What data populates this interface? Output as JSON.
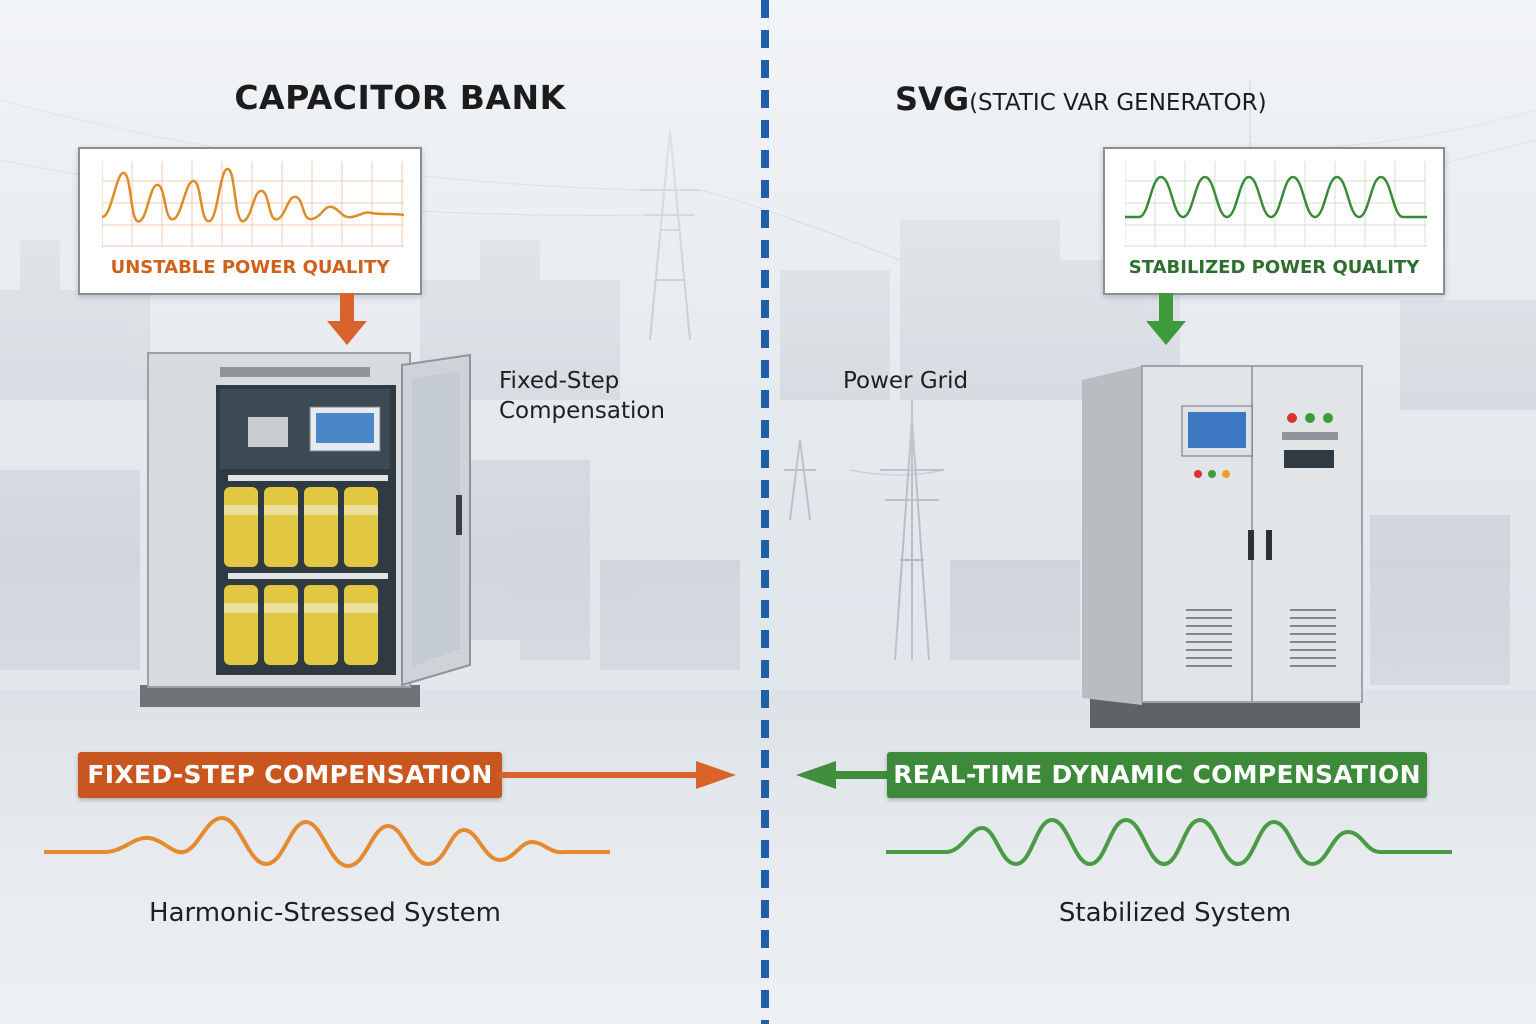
{
  "left": {
    "title": "CAPACITOR BANK",
    "chart_caption": "UNSTABLE POWER QUALITY",
    "side_label": "Fixed-Step Compensation",
    "banner": "FIXED-STEP COMPENSATION",
    "footer": "Harmonic-Stressed System",
    "accent_color": "#c9561f"
  },
  "right": {
    "title_main": "SVG",
    "title_sub": "(STATIC VAR GENERATOR)",
    "chart_caption": "STABILIZED POWER QUALITY",
    "side_label": "Power Grid",
    "banner": "REAL-TIME DYNAMIC COMPENSATION",
    "footer": "Stabilized System",
    "accent_color": "#3c8a3a"
  },
  "divider_color": "#1f5fa8",
  "icons": {
    "left_equipment": "capacitor-bank-cabinet",
    "right_equipment": "svg-cabinet",
    "background": "substation-transmission-towers"
  }
}
